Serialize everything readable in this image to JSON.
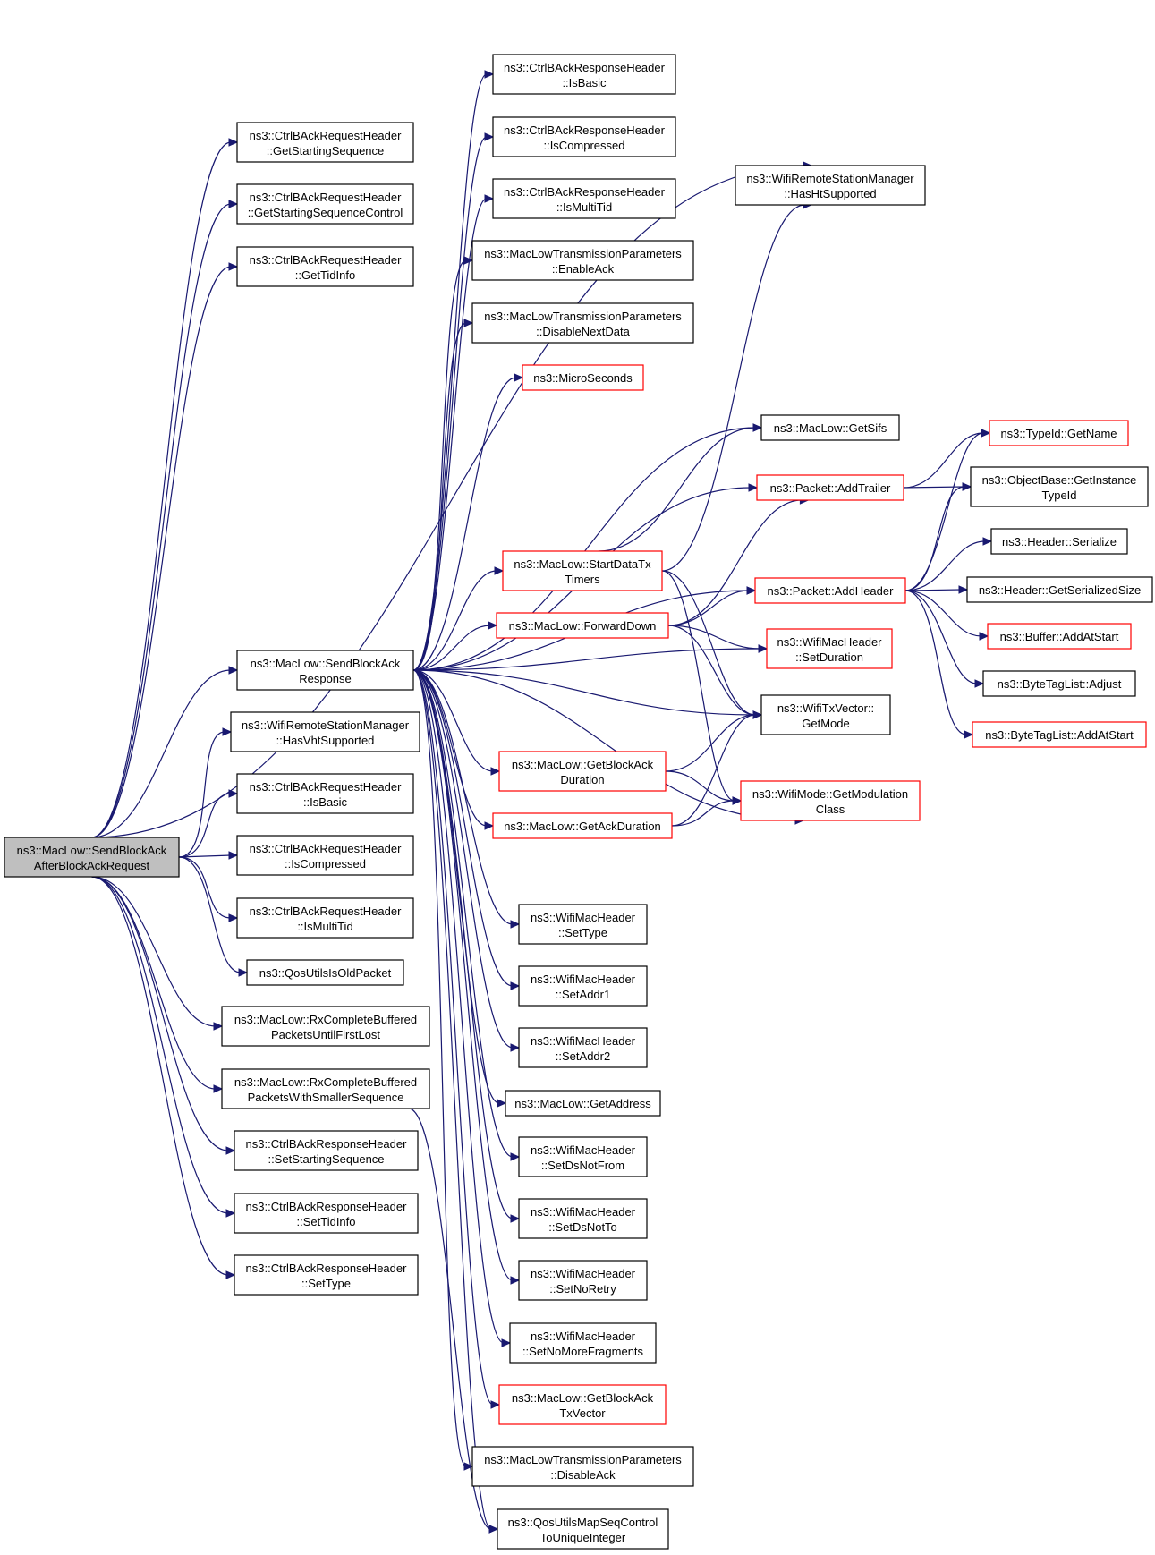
{
  "nodes": {
    "root": [
      "ns3::MacLow::SendBlockAck",
      "AfterBlockAckRequest"
    ],
    "c_getss": [
      "ns3::CtrlBAckRequestHeader",
      "::GetStartingSequence"
    ],
    "c_getssc": [
      "ns3::CtrlBAckRequestHeader",
      "::GetStartingSequenceControl"
    ],
    "c_gettid": [
      "ns3::CtrlBAckRequestHeader",
      "::GetTidInfo"
    ],
    "sbar": [
      "ns3::MacLow::SendBlockAck",
      "Response"
    ],
    "hasvht": [
      "ns3::WifiRemoteStationManager",
      "::HasVhtSupported"
    ],
    "rq_isbasic": [
      "ns3::CtrlBAckRequestHeader",
      "::IsBasic"
    ],
    "rq_iscomp": [
      "ns3::CtrlBAckRequestHeader",
      "::IsCompressed"
    ],
    "rq_ismulti": [
      "ns3::CtrlBAckRequestHeader",
      "::IsMultiTid"
    ],
    "qosold": [
      "ns3::QosUtilsIsOldPacket"
    ],
    "rxfirst": [
      "ns3::MacLow::RxCompleteBuffered",
      "PacketsUntilFirstLost"
    ],
    "rxsmaller": [
      "ns3::MacLow::RxCompleteBuffered",
      "PacketsWithSmallerSequence"
    ],
    "rs_setss": [
      "ns3::CtrlBAckResponseHeader",
      "::SetStartingSequence"
    ],
    "rs_settid": [
      "ns3::CtrlBAckResponseHeader",
      "::SetTidInfo"
    ],
    "rs_settype": [
      "ns3::CtrlBAckResponseHeader",
      "::SetType"
    ],
    "rs_isbasic": [
      "ns3::CtrlBAckResponseHeader",
      "::IsBasic"
    ],
    "rs_iscomp": [
      "ns3::CtrlBAckResponseHeader",
      "::IsCompressed"
    ],
    "rs_ismulti": [
      "ns3::CtrlBAckResponseHeader",
      "::IsMultiTid"
    ],
    "enack": [
      "ns3::MacLowTransmissionParameters",
      "::EnableAck"
    ],
    "disnext": [
      "ns3::MacLowTransmissionParameters",
      "::DisableNextData"
    ],
    "micro": [
      "ns3::MicroSeconds"
    ],
    "startdata": [
      "ns3::MacLow::StartDataTx",
      "Timers"
    ],
    "fwd": [
      "ns3::MacLow::ForwardDown"
    ],
    "getbad": [
      "ns3::MacLow::GetBlockAck",
      "Duration"
    ],
    "getack": [
      "ns3::MacLow::GetAckDuration"
    ],
    "settype": [
      "ns3::WifiMacHeader",
      "::SetType"
    ],
    "addr1": [
      "ns3::WifiMacHeader",
      "::SetAddr1"
    ],
    "addr2": [
      "ns3::WifiMacHeader",
      "::SetAddr2"
    ],
    "getaddr": [
      "ns3::MacLow::GetAddress"
    ],
    "dsnotfrom": [
      "ns3::WifiMacHeader",
      "::SetDsNotFrom"
    ],
    "dsnotto": [
      "ns3::WifiMacHeader",
      "::SetDsNotTo"
    ],
    "noretry": [
      "ns3::WifiMacHeader",
      "::SetNoRetry"
    ],
    "nomore": [
      "ns3::WifiMacHeader",
      "::SetNoMoreFragments"
    ],
    "batxv": [
      "ns3::MacLow::GetBlockAck",
      "TxVector"
    ],
    "disack": [
      "ns3::MacLowTransmissionParameters",
      "::DisableAck"
    ],
    "mapseq": [
      "ns3::QosUtilsMapSeqControl",
      "ToUniqueInteger"
    ],
    "hasht": [
      "ns3::WifiRemoteStationManager",
      "::HasHtSupported"
    ],
    "getsifs": [
      "ns3::MacLow::GetSifs"
    ],
    "addtrailer": [
      "ns3::Packet::AddTrailer"
    ],
    "addheader": [
      "ns3::Packet::AddHeader"
    ],
    "setdur": [
      "ns3::WifiMacHeader",
      "::SetDuration"
    ],
    "getmode": [
      "ns3::WifiTxVector::",
      "GetMode"
    ],
    "modclass": [
      "ns3::WifiMode::GetModulation",
      "Class"
    ],
    "getname": [
      "ns3::TypeId::GetName"
    ],
    "objbase": [
      "ns3::ObjectBase::GetInstance",
      "TypeId"
    ],
    "serialize": [
      "ns3::Header::Serialize"
    ],
    "sersize": [
      "ns3::Header::GetSerializedSize"
    ],
    "bufadd": [
      "ns3::Buffer::AddAtStart"
    ],
    "btadjust": [
      "ns3::ByteTagList::Adjust"
    ],
    "btaddat": [
      "ns3::ByteTagList::AddAtStart"
    ]
  },
  "colors": {
    "edge": "#191970",
    "highlight": "#ff0000",
    "root_fill": "#bfbfbf"
  }
}
